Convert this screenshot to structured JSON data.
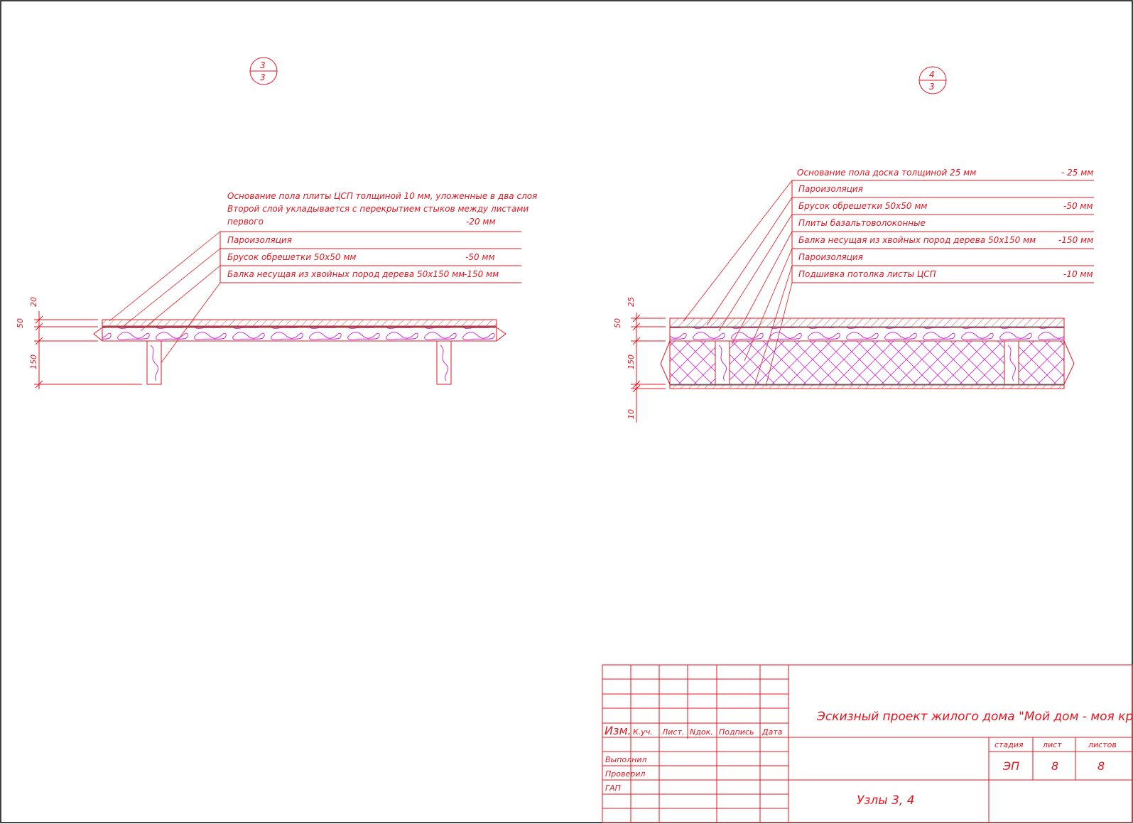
{
  "node3": {
    "marker_top": "3",
    "marker_bottom": "3",
    "notes": [
      {
        "line1": "Основание пола плиты ЦСП толщиной 10 мм, уложенные в два слоя",
        "line2": "Второй слой укладывается с перекрытием стыков между листами",
        "line3": "первого",
        "value": "-20 мм"
      },
      {
        "line1": "Пароизоляция",
        "value": ""
      },
      {
        "line1": "Брусок обрешетки 50х50 мм",
        "value": "-50 мм"
      },
      {
        "line1": "Балка несущая из хвойных пород дерева 50х150 мм",
        "value": "-150 мм"
      }
    ],
    "dims": [
      "20",
      "50",
      "150"
    ]
  },
  "node4": {
    "marker_top": "4",
    "marker_bottom": "3",
    "notes": [
      {
        "line1": "Основание пола доска толщиной 25 мм",
        "value": "- 25 мм"
      },
      {
        "line1": "Пароизоляция",
        "value": ""
      },
      {
        "line1": "Брусок обрешетки 50х50 мм",
        "value": "-50 мм"
      },
      {
        "line1": "Плиты базальтоволоконные",
        "value": ""
      },
      {
        "line1": "Балка несущая из хвойных пород дерева 50х150 мм",
        "value": "-150 мм"
      },
      {
        "line1": "Пароизоляция",
        "value": ""
      },
      {
        "line1": "Подшивка потолка листы ЦСП",
        "value": "-10 мм"
      }
    ],
    "dims": [
      "25",
      "50",
      "150",
      "10"
    ]
  },
  "title_block": {
    "headers": {
      "izm": "Изм.",
      "kuch": "К.уч.",
      "list": "Лист.",
      "ndok": "Nдок.",
      "podpis": "Подпись",
      "data": "Дата"
    },
    "roles": [
      "Выполнил",
      "Проверил",
      "ГАП"
    ],
    "project_title": "Эскизный проект жилого дома \"Мой дом - моя крепость\"",
    "stage_label": "стадия",
    "sheet_label": "лист",
    "sheets_label": "листов",
    "stage_value": "ЭП",
    "sheet_value": "8",
    "sheets_value": "8",
    "drawing_title": "Узлы 3, 4"
  },
  "colors": {
    "line": "#e8141e",
    "hatch": "#cc33cc",
    "border": "#000000",
    "layer": "#2a8a8a"
  }
}
